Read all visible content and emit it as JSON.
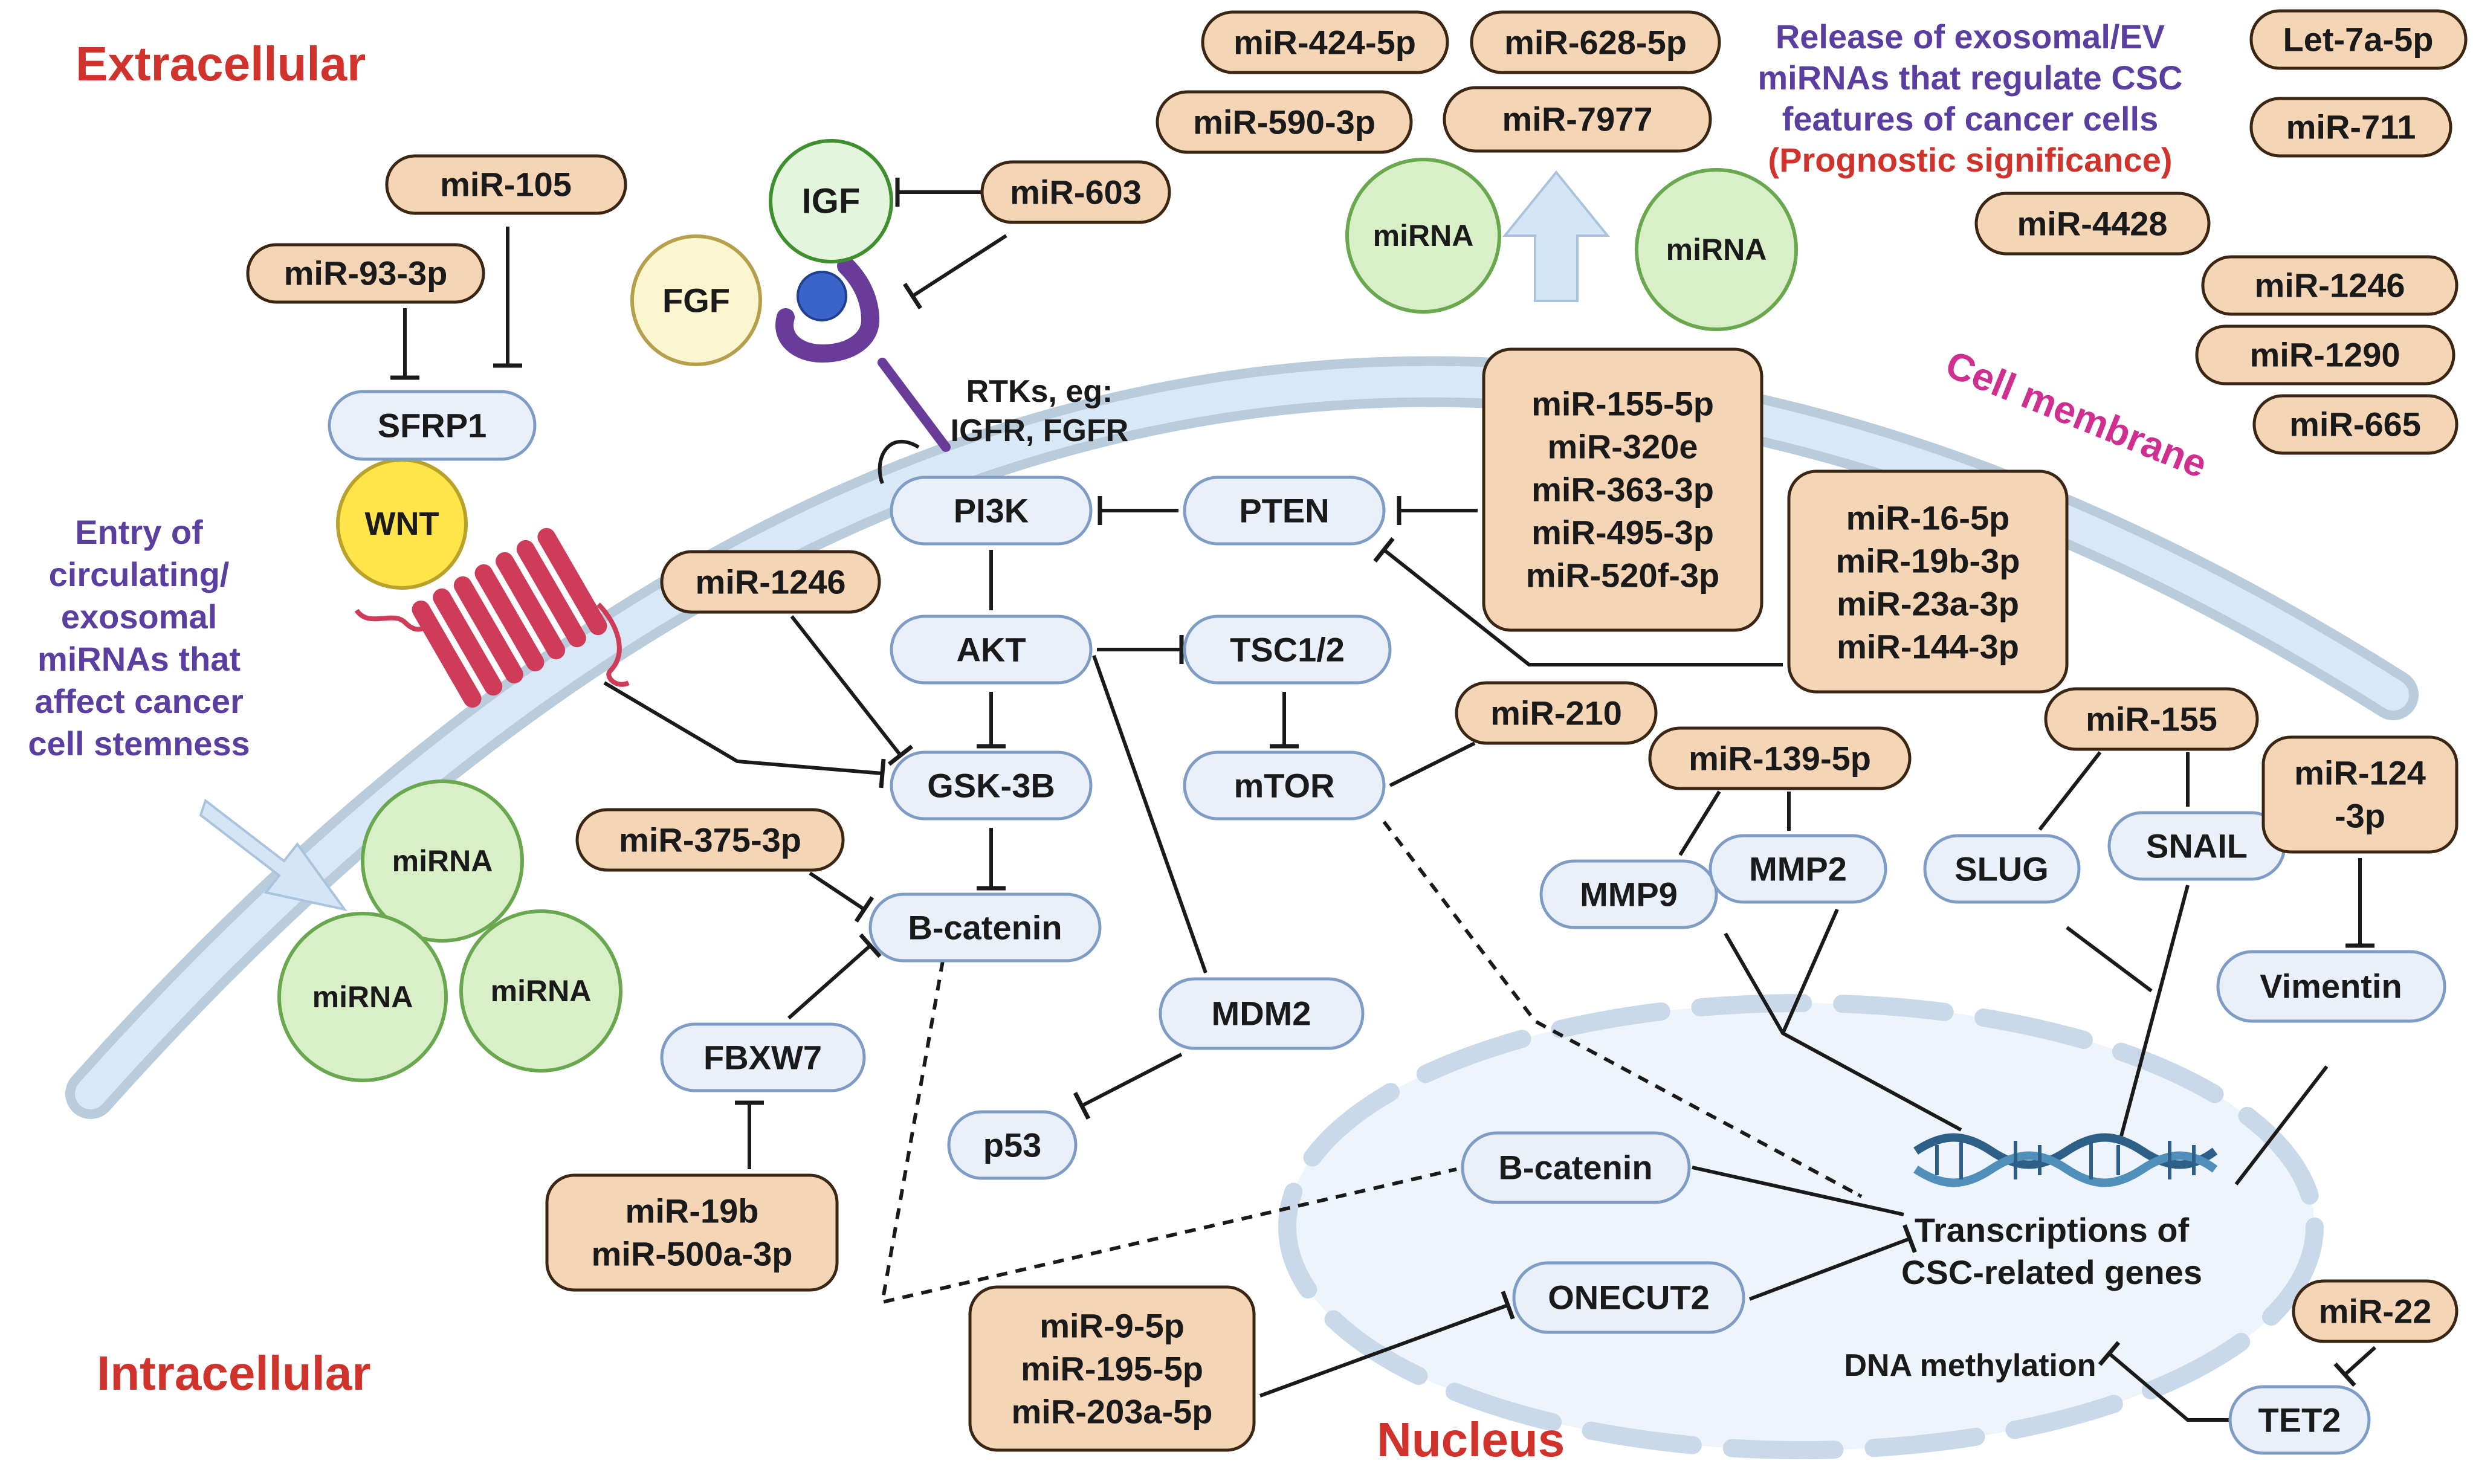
{
  "colors": {
    "membrane_outer": "#b9ccdc",
    "membrane_inner": "#d8e8f6",
    "protein_fill": "#e9f0fa",
    "protein_stroke": "#7f9cc4",
    "mirna_fill": "#f4d6b7",
    "mirna_stroke": "#3b2613",
    "mirna_circle_fill": "#d9efc8",
    "mirna_circle_stroke": "#6aa84f",
    "region_label": "#d0322c",
    "purple_text": "#5b3fa0",
    "membrane_label": "#cf2f8f",
    "nucleus_fill": "#eef4fb",
    "nucleus_dash": "#c9d9ea",
    "wnt_fill": "#ffe44a",
    "receptor_red": "#cf3c5a",
    "rtk_purple": "#6a3c9a",
    "rtk_ball": "#3b64c9"
  },
  "labels": {
    "extracellular": "Extracellular",
    "intracellular": "Intracellular",
    "nucleus": "Nucleus",
    "cell_membrane": "Cell membrane",
    "entry": [
      "Entry of",
      "circulating/",
      "exosomal",
      "miRNAs that",
      "affect cancer",
      "cell stemness"
    ],
    "release": [
      "Release of exosomal/EV",
      "miRNAs that regulate CSC",
      "features of cancer cells"
    ],
    "prognostic": "(Prognostic significance)",
    "rtks": [
      "RTKs, eg:",
      "IGFR, FGFR"
    ],
    "transcription": [
      "Transcriptions of",
      "CSC-related genes"
    ],
    "dna_methylation": "DNA methylation"
  },
  "proteins": {
    "sfrp1": "SFRP1",
    "pi3k": "PI3K",
    "pten": "PTEN",
    "akt": "AKT",
    "tsc": "TSC1/2",
    "gsk": "GSK-3B",
    "mtor": "mTOR",
    "bcat": "B-catenin",
    "mdm2": "MDM2",
    "p53": "p53",
    "fbxw7": "FBXW7",
    "mmp9": "MMP9",
    "mmp2": "MMP2",
    "slug": "SLUG",
    "snail": "SNAIL",
    "vimentin": "Vimentin",
    "bcat_nuc": "B-catenin",
    "onecut2": "ONECUT2",
    "tet2": "TET2"
  },
  "ligands": {
    "igf": "IGF",
    "fgf": "FGF",
    "wnt": "WNT"
  },
  "mirna_circle_label": "miRNA",
  "mirnas": {
    "m105": [
      "miR-105"
    ],
    "m93": [
      "miR-93-3p"
    ],
    "m603": [
      "miR-603"
    ],
    "m424": [
      "miR-424-5p"
    ],
    "m628": [
      "miR-628-5p"
    ],
    "m590": [
      "miR-590-3p"
    ],
    "m7977": [
      "miR-7977"
    ],
    "let7a": [
      "Let-7a-5p"
    ],
    "m711": [
      "miR-711"
    ],
    "m4428": [
      "miR-4428"
    ],
    "m1246b": [
      "miR-1246"
    ],
    "m1290": [
      "miR-1290"
    ],
    "m665": [
      "miR-665"
    ],
    "ptenGroup": [
      "miR-155-5p",
      "miR-320e",
      "miR-363-3p",
      "miR-495-3p",
      "miR-520f-3p"
    ],
    "m16Group": [
      "miR-16-5p",
      "miR-19b-3p",
      "miR-23a-3p",
      "miR-144-3p"
    ],
    "m1246a": [
      "miR-1246"
    ],
    "m210": [
      "miR-210"
    ],
    "m139": [
      "miR-139-5p"
    ],
    "m155": [
      "miR-155"
    ],
    "m124": [
      "miR-124",
      "-3p"
    ],
    "m375": [
      "miR-375-3p"
    ],
    "m19b": [
      "miR-19b",
      "miR-500a-3p"
    ],
    "m9Group": [
      "miR-9-5p",
      "miR-195-5p",
      "miR-203a-5p"
    ],
    "m22": [
      "miR-22"
    ]
  }
}
